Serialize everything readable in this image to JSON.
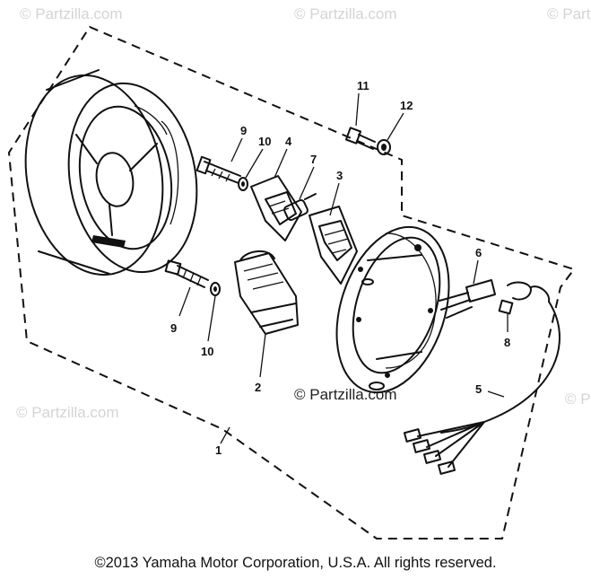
{
  "watermarks": {
    "top_left": "© Partzilla.com",
    "top_middle": "© Partzilla.com",
    "top_right": "© Partzilla.com",
    "mid_left": "© Partzilla.com",
    "center": "© Partzilla.com",
    "mid_right": "© Partzilla.com"
  },
  "callouts": {
    "c1": "1",
    "c2": "2",
    "c3": "3",
    "c4": "4",
    "c5": "5",
    "c6": "6",
    "c7": "7",
    "c8": "8",
    "c9a": "9",
    "c9b": "9",
    "c10a": "10",
    "c10b": "10",
    "c11": "11",
    "c12": "12"
  },
  "copyright": "©2013 Yamaha Motor Corporation, U.S.A. All rights reserved."
}
